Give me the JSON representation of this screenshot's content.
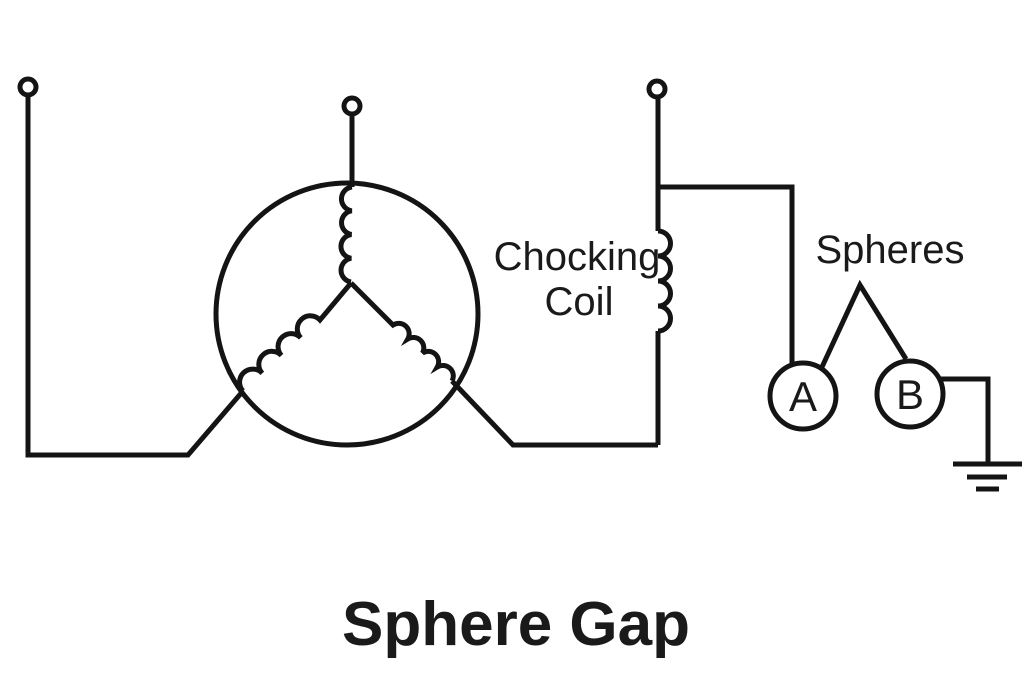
{
  "page": {
    "background_color": "#ffffff"
  },
  "diagram": {
    "caption": "Sphere Gap",
    "line_color": "#141414",
    "text_color": "#1a1a1a",
    "labels": {
      "choking_coil_line1": "Chocking",
      "choking_coil_line2": "Coil",
      "spheres": "Spheres",
      "sphere_a": "A",
      "sphere_b": "B"
    }
  }
}
